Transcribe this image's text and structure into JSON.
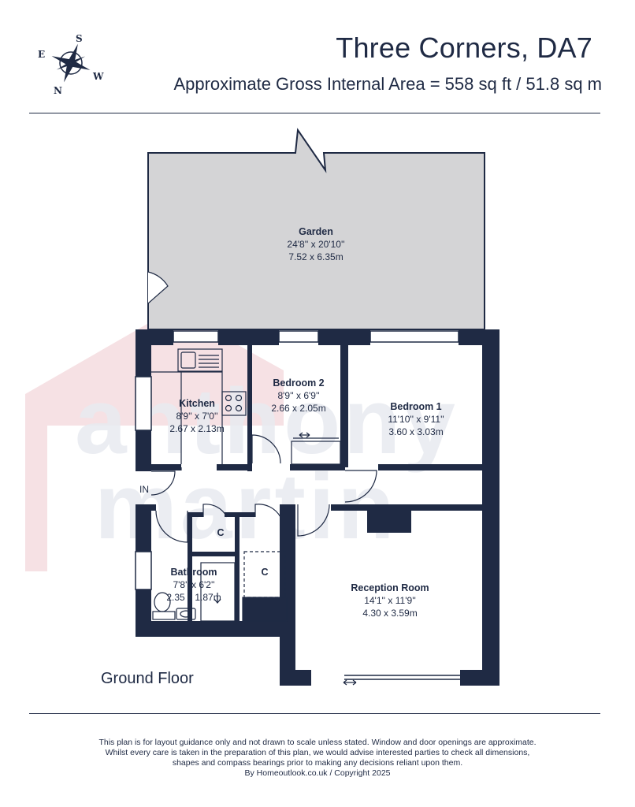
{
  "header": {
    "title": "Three Corners, DA7",
    "subtitle": "Approximate Gross Internal Area = 558 sq ft / 51.8 sq m"
  },
  "compass": {
    "s": "S",
    "e": "E",
    "w": "W",
    "n": "N"
  },
  "rooms": {
    "garden": {
      "name": "Garden",
      "imperial": "24'8'' x 20'10''",
      "metric": "7.52 x 6.35m"
    },
    "kitchen": {
      "name": "Kitchen",
      "imperial": "8'9'' x 7'0''",
      "metric": "2.67 x 2.13m"
    },
    "bedroom2": {
      "name": "Bedroom 2",
      "imperial": "8'9'' x 6'9''",
      "metric": "2.66 x 2.05m"
    },
    "bedroom1": {
      "name": "Bedroom 1",
      "imperial": "11'10'' x 9'11''",
      "metric": "3.60 x 3.03m"
    },
    "bathroom": {
      "name": "Bathroom",
      "imperial": "7'8'' x 6'2''",
      "metric": "2.35 x 1.87m"
    },
    "reception": {
      "name": "Reception Room",
      "imperial": "14'1'' x 11'9''",
      "metric": "4.30 x 3.59m"
    },
    "cupboard1": {
      "name": "C"
    },
    "cupboard2": {
      "name": "C"
    }
  },
  "entrance_label": "IN",
  "floor_label": "Ground Floor",
  "watermark": {
    "line1": "anthony",
    "line2": "martin"
  },
  "colors": {
    "wall": "#1f2a44",
    "garden": "#d4d4d6",
    "watermark_red": "#f6e1e4",
    "watermark_blue": "#e7eaf0"
  },
  "disclaimer": {
    "line1": "This plan is for layout guidance only and not drawn to scale unless stated. Window and door openings are approximate.",
    "line2": "Whilst every care is taken in the preparation of this plan, we would advise interested parties to check all dimensions,",
    "line3": "shapes and compass bearings prior to making any decisions reliant upon them.",
    "line4": "By Homeoutlook.co.uk / Copyright 2025"
  }
}
